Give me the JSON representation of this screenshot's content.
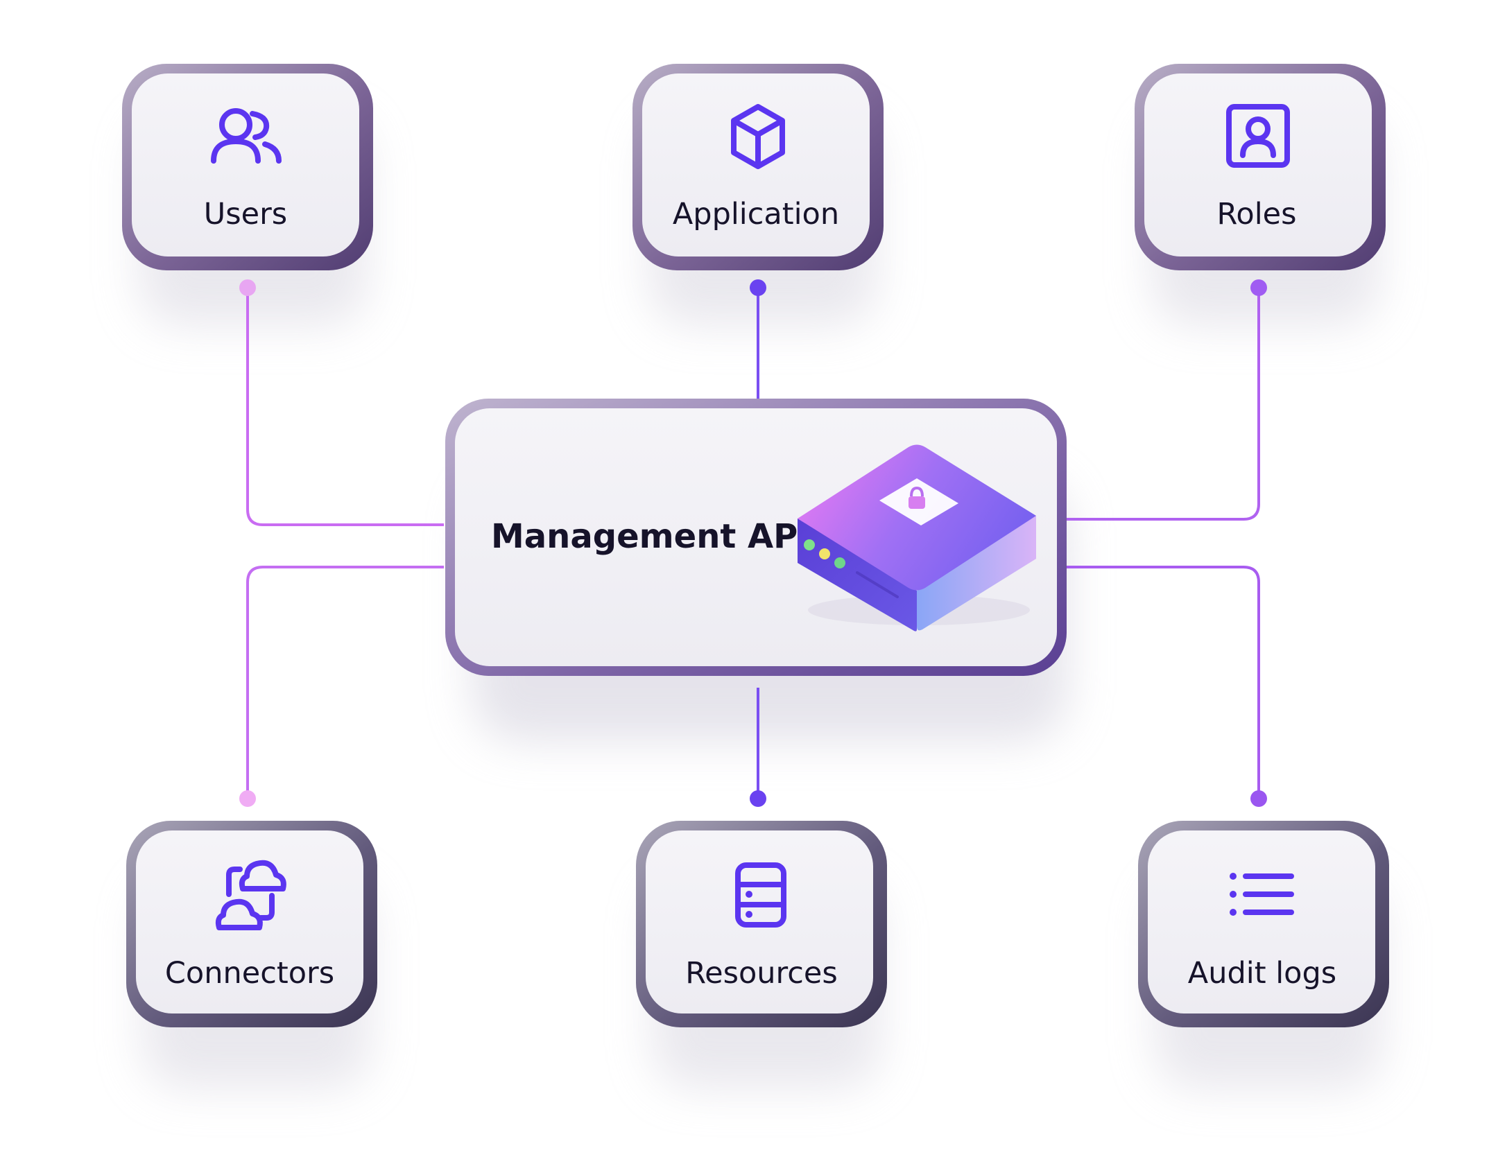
{
  "diagram": {
    "center": {
      "label": "Management API"
    },
    "nodes": [
      {
        "id": "users",
        "label": "Users",
        "icon": "users-icon"
      },
      {
        "id": "application",
        "label": "Application",
        "icon": "cube-icon"
      },
      {
        "id": "roles",
        "label": "Roles",
        "icon": "id-badge-icon"
      },
      {
        "id": "connectors",
        "label": "Connectors",
        "icon": "cloud-sync-icon"
      },
      {
        "id": "resources",
        "label": "Resources",
        "icon": "database-icon"
      },
      {
        "id": "audit-logs",
        "label": "Audit logs",
        "icon": "list-icon"
      }
    ],
    "colors": {
      "icon": "#5b35f0",
      "connector_pink": "#c96cf2",
      "connector_violet": "#7a4ff2",
      "node_fill": "#f2f1f6",
      "text": "#16132a"
    }
  }
}
